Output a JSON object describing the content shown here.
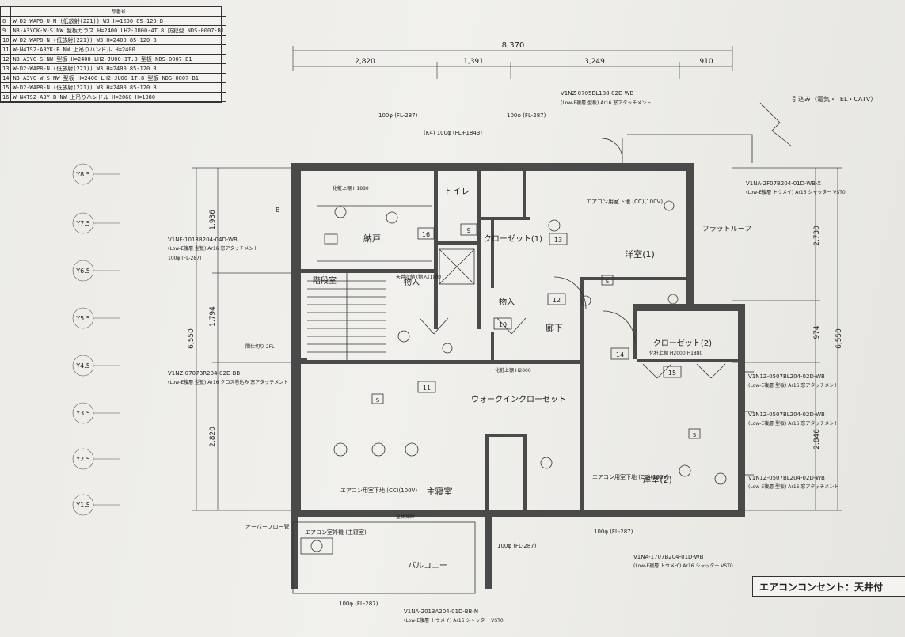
{
  "sheet": {
    "legend_header": "品番号",
    "legend_rows": [
      {
        "no": "8",
        "text": "W-D2-WAP8-U-N (低放射(221)) W3 H=1600 85-120 B"
      },
      {
        "no": "9",
        "text": "N3-A3YCK-W-S NW 型板ガラス H=2400 LH2-JU00-4T.8 防犯型 NDS-0007-B1"
      },
      {
        "no": "10",
        "text": "W-D2-WAP8-N (低放射(221)) W3 H=2400 85-120 B"
      },
      {
        "no": "11",
        "text": "W-N4TS2-A3YK-B NW 上吊りハンドル H=2400"
      },
      {
        "no": "12",
        "text": "N3-A3YC-S NW 型板 H=2400 LH2-JU00-1T.8 型板 NDS-0007-B1"
      },
      {
        "no": "13",
        "text": "W-D2-WAP8-N (低放射(221)) W3 H=2400 85-120 B"
      },
      {
        "no": "14",
        "text": "N3-A3YC-W-S NW 型板 H=2400 LH2-JU00-1T.8 型板 NDS-0007-B1"
      },
      {
        "no": "15",
        "text": "W-D2-WAP8-N (低放射(221)) W3 H=2400 85-120 B"
      },
      {
        "no": "16",
        "text": "W-N4TS2-A3Y-B NW 上吊りハンドル H=2060 H=1980"
      }
    ],
    "stamp": "エアコンコンセント：天井付"
  },
  "dimensions": {
    "total_width": "8,370",
    "segments": [
      "2,820",
      "1,391",
      "3,249",
      "910"
    ],
    "left_total": "6,550",
    "left_parts": [
      "1,936",
      "1,794",
      "2,820"
    ],
    "right_total": "6,550",
    "right_parts": [
      "2,730",
      "974",
      "2,846"
    ]
  },
  "grid_labels": [
    "Y8.5",
    "Y7.5",
    "Y6.5",
    "Y5.5",
    "Y4.5",
    "Y3.5",
    "Y2.5",
    "Y1.5"
  ],
  "rooms": {
    "nando": "納戸",
    "toilet": "トイレ",
    "closet1": "クローゼット(1)",
    "yoshitsu1": "洋室(1)",
    "stairs": "階段室",
    "monoire1": "物入",
    "monoire2": "物入",
    "roka": "廊下",
    "closet2": "クローゼット(2)",
    "walkin": "ウォークインクローゼット",
    "shinshitsu": "主寝室",
    "yoshitsu2": "洋室(2)",
    "balcony": "バルコニー",
    "flat_roof": "フラットルーフ"
  },
  "room_numbers": [
    "16",
    "9",
    "13",
    "12",
    "10",
    "14",
    "11",
    "15"
  ],
  "annotations": {
    "hikikomi": "引込み（電気・TEL・CATV）",
    "window_top_left": "100φ (FL-287)",
    "window_top_k4": "(K4) 100φ (FL+1843)",
    "window_top_mid": "100φ (FL-287)",
    "spec_top": "V1NZ-0705BL188-02D-WB",
    "spec_top_sub": "(Low-E複層 型板) Ar16 窓アタッチメント",
    "spec_left1": "V1NF-1013B204-04D-WB",
    "spec_left1_sub": "(Low-E複層 型板) Ar16 窓アタッチメント",
    "spec_left1_dim": "100φ (FL-287)",
    "spec_left2": "V1NZ-0707BR204-02D-BB",
    "spec_left2_sub": "(Low-E複層 型板) Ar16 クロス巻込み 窓アタッチメント",
    "spec_right1": "V1NA-2F07B204-01D-WB-X",
    "spec_right1_sub": "(Low-E複層 トウメイ) Ar16 シャッター VST0",
    "spec_right2": "V1N1Z-0507BL204-02D-WB",
    "spec_right2_sub": "(Low-E複層 型板) Ar16 窓アタッチメント",
    "spec_right3": "V1N1Z-0507BL204-02D-WB",
    "spec_right3_sub": "(Low-E複層 型板) Ar16 窓アタッチメント",
    "spec_right4": "V1N1Z-0507BL204-02D-WB",
    "spec_right4_sub": "(Low-E複層 型板) Ar16 窓アタッチメント",
    "spec_bottom1": "V1NA-1707B204-01D-WB",
    "spec_bottom1_sub": "(Low-E複層 トウメイ) Ar16 シャッター VST0",
    "spec_bottom2": "V1NA-2013A204-01D-BB-N",
    "spec_bottom2_sub": "(Low-E複層 トウメイ) Ar16 シャッター VST0",
    "bottom_dim1": "100φ (FL-287)",
    "bottom_dim2": "100φ (FL-287)",
    "bottom_dim3": "100φ (FL-287)",
    "overflow": "オーバーフロー管",
    "aircon_outdoor": "エアコン室外機 (主寝室)",
    "aircon1": "エアコン用室下地 (CC)(100V)",
    "aircon2": "エアコン用室下地 (CC)(100V)",
    "aircon3": "エアコン用室下地 (CC)(100V)",
    "zentai": "全体掃除",
    "ceiling_storage": "天井収納 (物入(1)参)",
    "partition": "間仕切り 2FL",
    "kesho1": "化粧上棚 H2000",
    "kesho2": "化粧上棚 H2000 H1880",
    "kesho3": "化粧上棚 H1880",
    "madori_b": "B"
  }
}
